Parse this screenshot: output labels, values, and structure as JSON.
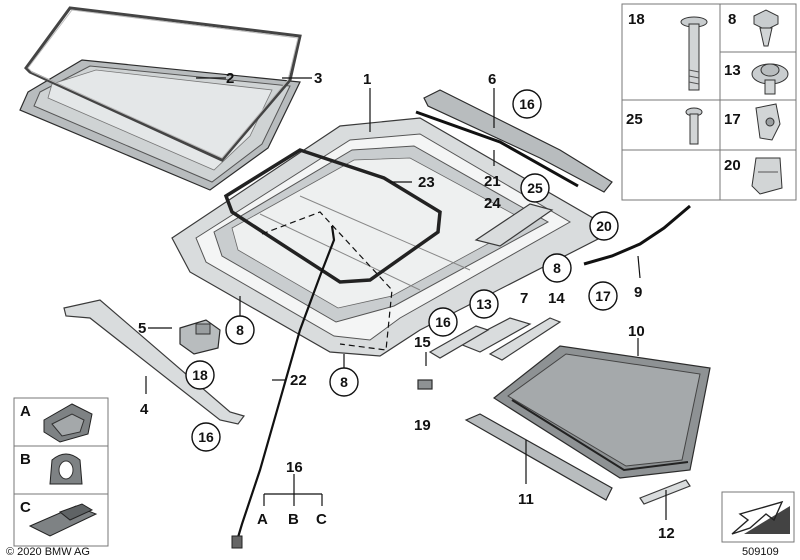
{
  "callouts": {
    "c1": "1",
    "c2": "2",
    "c3": "3",
    "c4": "4",
    "c5": "5",
    "c6": "6",
    "c7": "7",
    "c8a": "8",
    "c8b": "8",
    "c8c": "8",
    "c9": "9",
    "c10": "10",
    "c11": "11",
    "c12": "12",
    "c13": "13",
    "c14": "14",
    "c15": "15",
    "c16a": "16",
    "c16b": "16",
    "c16c": "16",
    "c17": "17",
    "c18": "18",
    "c19": "19",
    "c20": "20",
    "c21": "21",
    "c22": "22",
    "c23": "23",
    "c24": "24",
    "c25": "25"
  },
  "group16": {
    "label": "16",
    "a": "A",
    "b": "B",
    "c": "C"
  },
  "fastener_panel": {
    "n18": "18",
    "n8": "8",
    "n13": "13",
    "n25": "25",
    "n17": "17",
    "n20": "20"
  },
  "legend": {
    "a": "A",
    "b": "B",
    "c": "C"
  },
  "footer": {
    "copyright": "© 2020 BMW AG",
    "diagram_number": "509109"
  }
}
